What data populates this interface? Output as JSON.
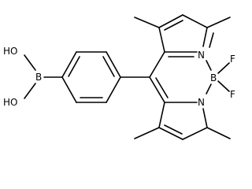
{
  "molecule": {
    "labels": {
      "oh_top": "HO",
      "oh_bottom": "HO",
      "boron_acid": "B",
      "n_top": "N",
      "n_bottom": "N",
      "boron_center": "B",
      "f_top": "F",
      "f_bottom": "F"
    }
  }
}
